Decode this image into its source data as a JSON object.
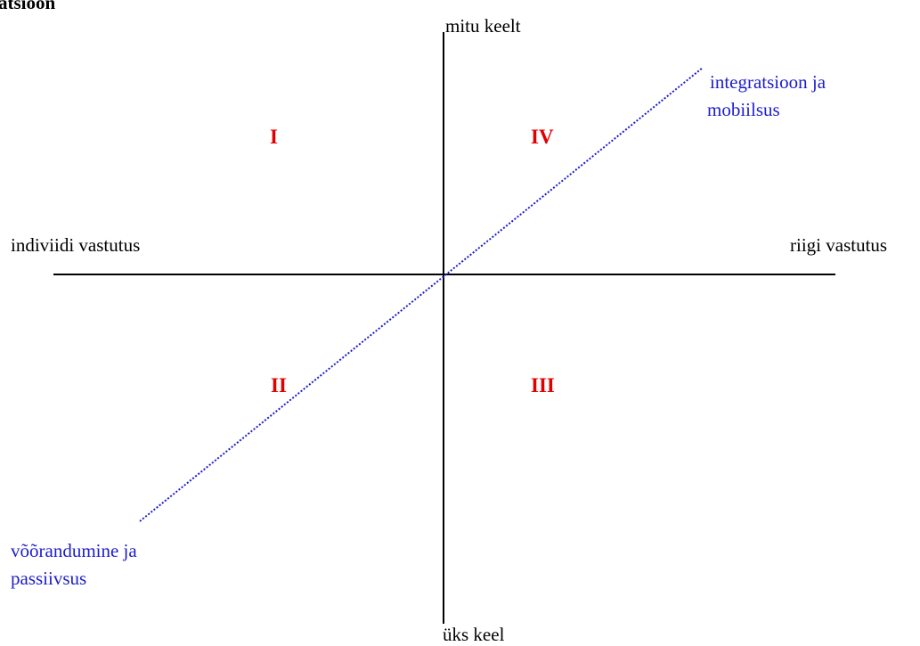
{
  "heading_fragment": "atsioon",
  "axes": {
    "top": "mitu keelt",
    "bottom": "üks keel",
    "left": "indiviidi vastutus",
    "right": "riigi vastutus"
  },
  "diagonal": {
    "upper_end": [
      "integratsioon ja",
      "mobiilsus"
    ],
    "lower_end": [
      "võõrandumine ja",
      "passiivsus"
    ],
    "color": "#1c1ccc"
  },
  "quadrants": {
    "top_left": "I",
    "bottom_left": "II",
    "bottom_right": "III",
    "top_right": "IV",
    "color": "#e10000"
  }
}
